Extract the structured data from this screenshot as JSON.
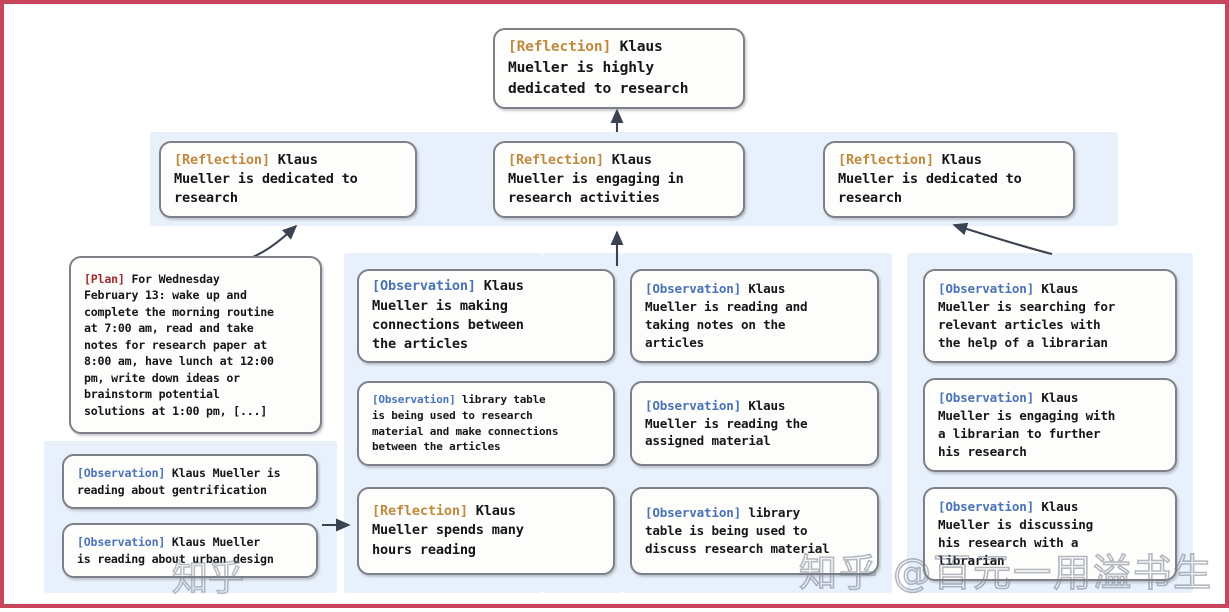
{
  "figure": {
    "kind": "reflection-tree-diagram",
    "frame_color": "#c9455c",
    "panel_color": "#e8f0fb",
    "node_border_color": "#7d8087",
    "node_fill": "#fdfdfc",
    "tag_colors": {
      "reflection": "#c08a3e",
      "observation": "#4a72b8",
      "plan": "#9e2a2b"
    }
  },
  "root": {
    "tag": "[Reflection]",
    "text": " Klaus\nMueller is highly\ndedicated to research"
  },
  "reflections": [
    {
      "tag": "[Reflection]",
      "text": " Klaus\nMueller is dedicated to\nresearch"
    },
    {
      "tag": "[Reflection]",
      "text": " Klaus\nMueller is engaging in\nresearch activities"
    },
    {
      "tag": "[Reflection]",
      "text": " Klaus\nMueller is dedicated to\nresearch"
    }
  ],
  "plan_node": {
    "tag": "[Plan]",
    "text": " For Wednesday\nFebruary 13: wake up and\ncomplete the morning routine\nat 7:00 am, read and take\nnotes for research paper at\n8:00 am, have lunch at 12:00\npm, write down ideas or\nbrainstorm potential\nsolutions at 1:00 pm, [...]"
  },
  "left_group": [
    {
      "tag": "[Observation]",
      "text": " Klaus Mueller is\nreading about gentrification"
    },
    {
      "tag": "[Observation]",
      "text": " Klaus Mueller\nis reading about urban design"
    }
  ],
  "column_one": [
    {
      "tag": "[Observation]",
      "text": " Klaus\nMueller is making\nconnections between\nthe articles"
    },
    {
      "tag": "[Observation]",
      "text": " library table\nis being used to research\nmaterial and make connections\nbetween the articles"
    },
    {
      "tag": "[Reflection]",
      "text": " Klaus\nMueller spends many\nhours reading"
    }
  ],
  "column_two": [
    {
      "tag": "[Observation]",
      "text": " Klaus\nMueller is reading and\ntaking notes on the\narticles"
    },
    {
      "tag": "[Observation]",
      "text": " Klaus\nMueller is reading the\nassigned material"
    },
    {
      "tag": "[Observation]",
      "text": " library\ntable is being used to\ndiscuss research material"
    }
  ],
  "column_three": [
    {
      "tag": "[Observation]",
      "text": " Klaus\nMueller is searching for\nrelevant articles with\nthe help of a librarian"
    },
    {
      "tag": "[Observation]",
      "text": " Klaus\nMueller is engaging with\na librarian to further\nhis research"
    },
    {
      "tag": "[Observation]",
      "text": " Klaus\nMueller is discussing\nhis research with a\nlibrarian"
    }
  ],
  "watermark": {
    "text": "知乎 @百元一用溢书生",
    "short": "知乎"
  }
}
